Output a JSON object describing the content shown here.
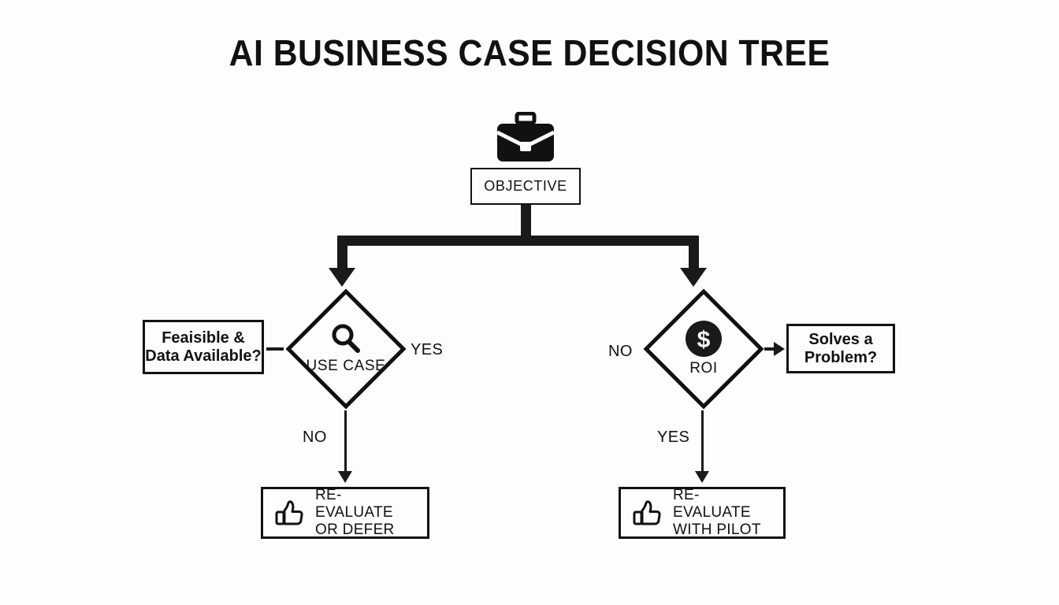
{
  "title": "AI BUSINESS CASE DECISION TREE",
  "colors": {
    "background": "#fdfdfd",
    "ink": "#111111",
    "connector": "#1a1a1a"
  },
  "nodes": {
    "objective": {
      "label": "OBJECTIVE",
      "icon": "briefcase-icon"
    },
    "use_case": {
      "label": "USE CASE",
      "icon": "magnifier-icon"
    },
    "roi": {
      "label": "ROI",
      "icon": "dollar-coin-icon"
    },
    "feasible": {
      "label": "Feaisible &\nData Available?"
    },
    "solves": {
      "label": "Solves a\nProblem?"
    },
    "outcome_left": {
      "label": "RE-EVALUATE\nOR DEFER",
      "icon": "thumbs-up-icon"
    },
    "outcome_right": {
      "label": "RE-EVALUATE\nWITH PILOT",
      "icon": "thumbs-up-icon"
    }
  },
  "edges": {
    "use_case_yes": "YES",
    "use_case_no": "NO",
    "roi_no": "NO",
    "roi_yes": "YES"
  },
  "chart_data": {
    "type": "diagram",
    "diagram_kind": "decision-tree",
    "title": "AI BUSINESS CASE DECISION TREE",
    "root": "OBJECTIVE",
    "decision_nodes": [
      "USE CASE",
      "ROI"
    ],
    "condition_nodes": [
      "Feaisible & Data Available?",
      "Solves a Problem?"
    ],
    "terminal_nodes": [
      "RE-EVALUATE OR DEFER",
      "RE-EVALUATE WITH PILOT"
    ],
    "connections": [
      {
        "from": "OBJECTIVE",
        "to": "USE CASE",
        "label": "",
        "style": "thick-arrow"
      },
      {
        "from": "OBJECTIVE",
        "to": "ROI",
        "label": "",
        "style": "thick-arrow"
      },
      {
        "from": "Feaisible & Data Available?",
        "to": "USE CASE",
        "label": "",
        "style": "dash"
      },
      {
        "from": "USE CASE",
        "to": "RE-EVALUATE OR DEFER",
        "label": "NO",
        "style": "thin-arrow"
      },
      {
        "from": "USE CASE",
        "to": "",
        "label": "YES",
        "style": "label-only"
      },
      {
        "from": "ROI",
        "to": "Solves a Problem?",
        "label": "",
        "style": "thin-arrow"
      },
      {
        "from": "ROI",
        "to": "RE-EVALUATE WITH PILOT",
        "label": "YES",
        "style": "thin-arrow"
      },
      {
        "from": "ROI",
        "to": "",
        "label": "NO",
        "style": "label-only"
      }
    ]
  }
}
